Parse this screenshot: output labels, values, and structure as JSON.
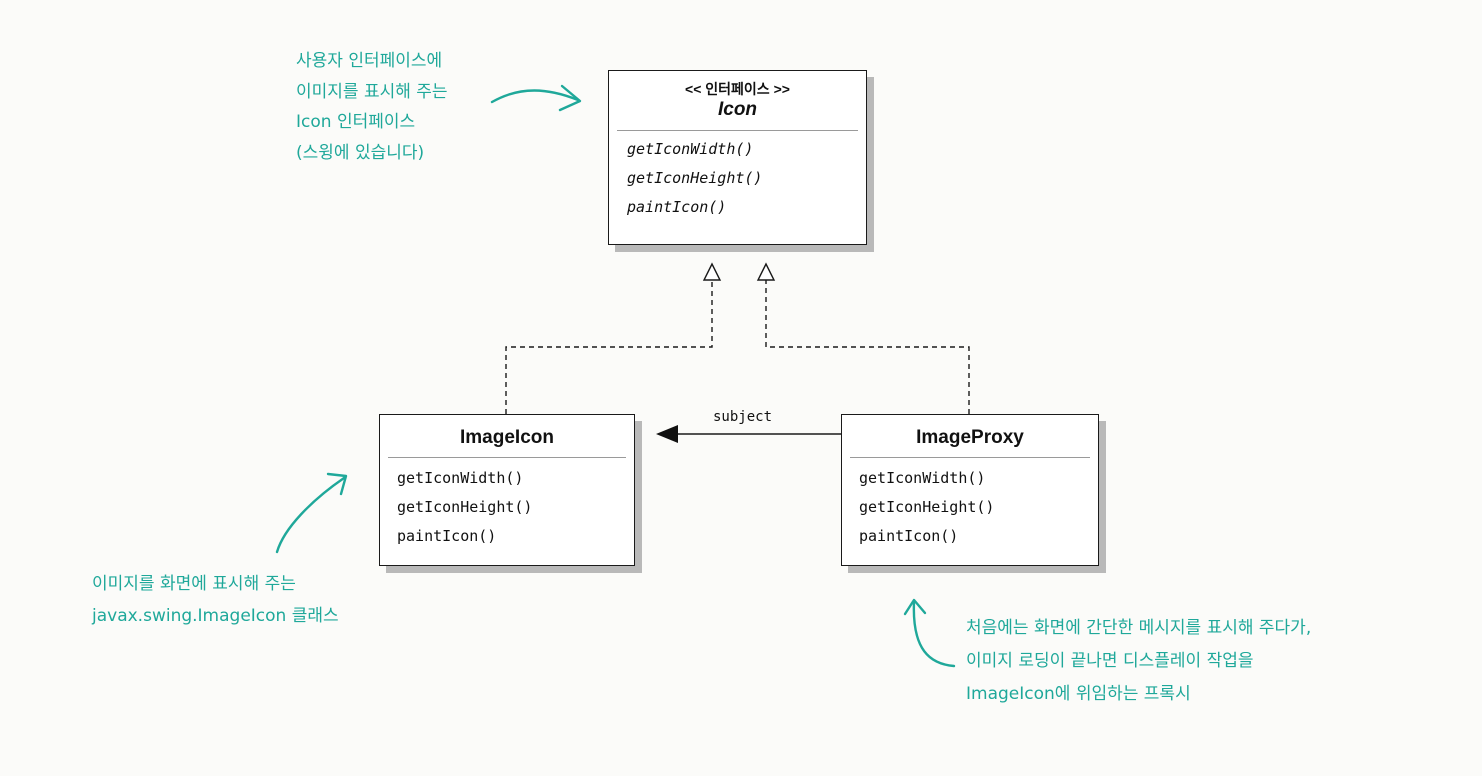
{
  "interface_box": {
    "stereotype": "<< 인터페이스 >>",
    "name": "Icon",
    "methods": [
      "getIconWidth()",
      "getIconHeight()",
      "paintIcon()"
    ]
  },
  "image_icon_box": {
    "name": "ImageIcon",
    "methods": [
      "getIconWidth()",
      "getIconHeight()",
      "paintIcon()"
    ]
  },
  "image_proxy_box": {
    "name": "ImageProxy",
    "methods": [
      "getIconWidth()",
      "getIconHeight()",
      "paintIcon()"
    ]
  },
  "association": {
    "label": "subject"
  },
  "annotations": {
    "icon_note": [
      "사용자 인터페이스에",
      "이미지를 표시해 주는",
      "Icon 인터페이스",
      "(스윙에 있습니다)"
    ],
    "image_icon_note": [
      "이미지를 화면에 표시해 주는",
      "javax.swing.ImageIcon 클래스"
    ],
    "proxy_note": [
      "처음에는 화면에 간단한 메시지를 표시해 주다가,",
      "이미지 로딩이 끝나면 디스플레이 작업을",
      "ImageIcon에 위임하는 프록시"
    ]
  },
  "colors": {
    "annotation": "#1fa89a",
    "line": "#1a1a1a",
    "shadow": "#b9b9b9"
  }
}
